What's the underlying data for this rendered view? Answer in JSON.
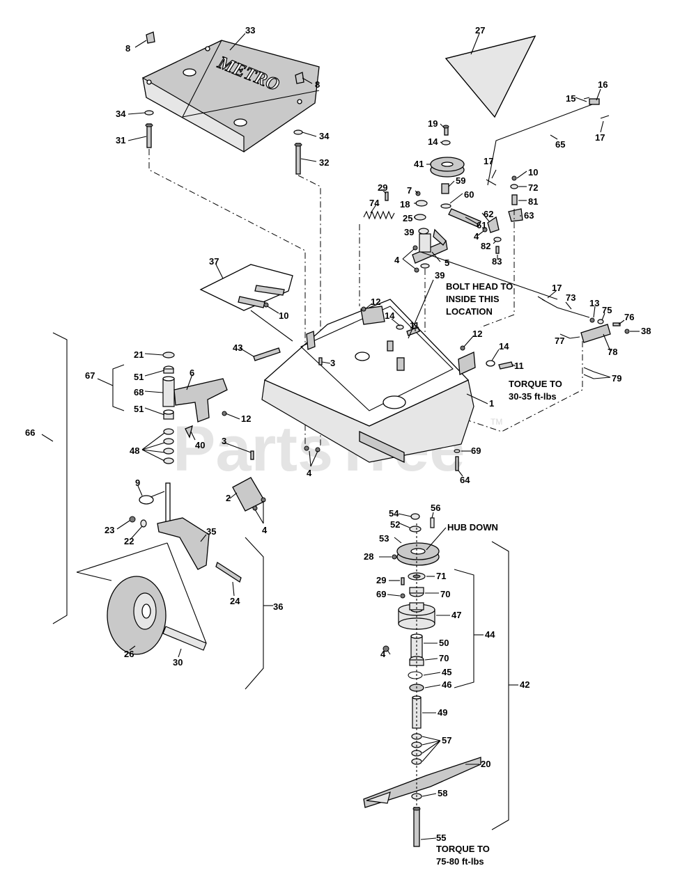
{
  "labels": {
    "p1": "1",
    "p2": "2",
    "p3a": "3",
    "p3b": "3",
    "p4a": "4",
    "p4b": "4",
    "p4c": "4",
    "p4d": "4",
    "p4e": "4",
    "p5": "5",
    "p6": "6",
    "p7": "7",
    "p8a": "8",
    "p8b": "8",
    "p9": "9",
    "p10a": "10",
    "p10b": "10",
    "p11a": "11",
    "p11b": "11",
    "p12a": "12",
    "p12b": "12",
    "p12c": "12",
    "p13": "13",
    "p14a": "14",
    "p14b": "14",
    "p14c": "14",
    "p15": "15",
    "p16": "16",
    "p17a": "17",
    "p17b": "17",
    "p17c": "17",
    "p18": "18",
    "p19": "19",
    "p20": "20",
    "p21": "21",
    "p22": "22",
    "p23": "23",
    "p24": "24",
    "p25": "25",
    "p26": "26",
    "p27": "27",
    "p28": "28",
    "p29a": "29",
    "p29b": "29",
    "p30": "30",
    "p31": "31",
    "p32": "32",
    "p33": "33",
    "p34a": "34",
    "p34b": "34",
    "p35": "35",
    "p36": "36",
    "p37": "37",
    "p38": "38",
    "p39a": "39",
    "p39b": "39",
    "p40": "40",
    "p41": "41",
    "p42": "42",
    "p43": "43",
    "p44": "44",
    "p45": "45",
    "p46": "46",
    "p47": "47",
    "p48": "48",
    "p49": "49",
    "p50": "50",
    "p51a": "51",
    "p51b": "51",
    "p52": "52",
    "p53": "53",
    "p54": "54",
    "p55": "55",
    "p56": "56",
    "p57": "57",
    "p58": "58",
    "p59": "59",
    "p60": "60",
    "p61": "61",
    "p62": "62",
    "p63": "63",
    "p64": "64",
    "p65": "65",
    "p66": "66",
    "p67": "67",
    "p68": "68",
    "p69a": "69",
    "p69b": "69",
    "p70a": "70",
    "p70b": "70",
    "p71": "71",
    "p72": "72",
    "p73": "73",
    "p74": "74",
    "p75": "75",
    "p76": "76",
    "p77": "77",
    "p78": "78",
    "p79": "79",
    "p81": "81",
    "p82": "82",
    "p83": "83"
  },
  "notes": {
    "bolt_head_line1": "BOLT HEAD TO",
    "bolt_head_line2": "INSIDE THIS",
    "bolt_head_line3": "LOCATION",
    "torque_deck_line1": "TORQUE TO",
    "torque_deck_line2": "30-35 ft-lbs",
    "hub_down": "HUB DOWN",
    "torque_spindle_line1": "TORQUE TO",
    "torque_spindle_line2": "75-80 ft-lbs"
  },
  "cover_logo": "METRO",
  "watermark": {
    "text": "PartsTree",
    "tm": "TM"
  },
  "colors": {
    "line": "#000000",
    "part_fill": "#c9c9c9",
    "watermark": "#cfcfcf"
  }
}
